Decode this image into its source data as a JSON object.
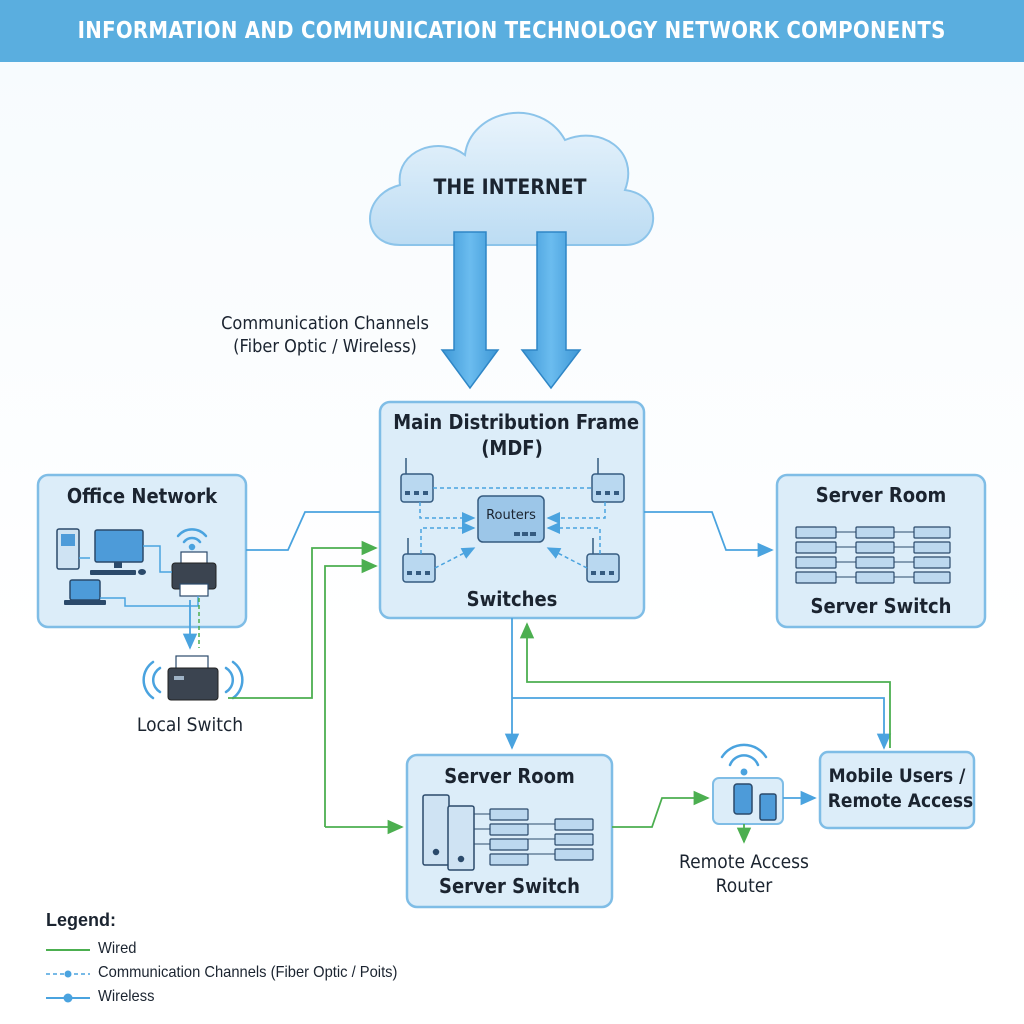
{
  "header": {
    "title": "INFORMATION AND COMMUNICATION TECHNOLOGY NETWORK COMPONENTS"
  },
  "cloud": {
    "label": "THE INTERNET"
  },
  "channels": {
    "line1": "Communication Channels",
    "line2": "(Fiber Optic / Wireless)"
  },
  "mdf": {
    "title_line1": "Main Distribution Frame",
    "title_line2": "(MDF)",
    "routers": "Routers",
    "switches": "Switches"
  },
  "office": {
    "title": "Office Network"
  },
  "local_switch": {
    "label": "Local Switch"
  },
  "server_room_right": {
    "title": "Server Room",
    "sub": "Server Switch"
  },
  "server_room_bottom": {
    "title": "Server Room",
    "sub": "Server Switch"
  },
  "remote_router": {
    "line1": "Remote Access",
    "line2": "Router"
  },
  "mobile": {
    "line1": "Mobile Users /",
    "line2": "Remote Access"
  },
  "legend": {
    "title": "Legend:",
    "items": [
      {
        "label": "Wired",
        "color": "#4caf50"
      },
      {
        "label": "Communication Channels (Fiber Optic / Poits)",
        "color": "#4aa3df"
      },
      {
        "label": "Wireless",
        "color": "#4aa3df"
      }
    ]
  },
  "colors": {
    "banner": "#5aaedf",
    "box_fill": "#dcedf9",
    "box_stroke": "#7fbde6",
    "wired": "#4caf50",
    "fiber": "#4aa3df"
  }
}
